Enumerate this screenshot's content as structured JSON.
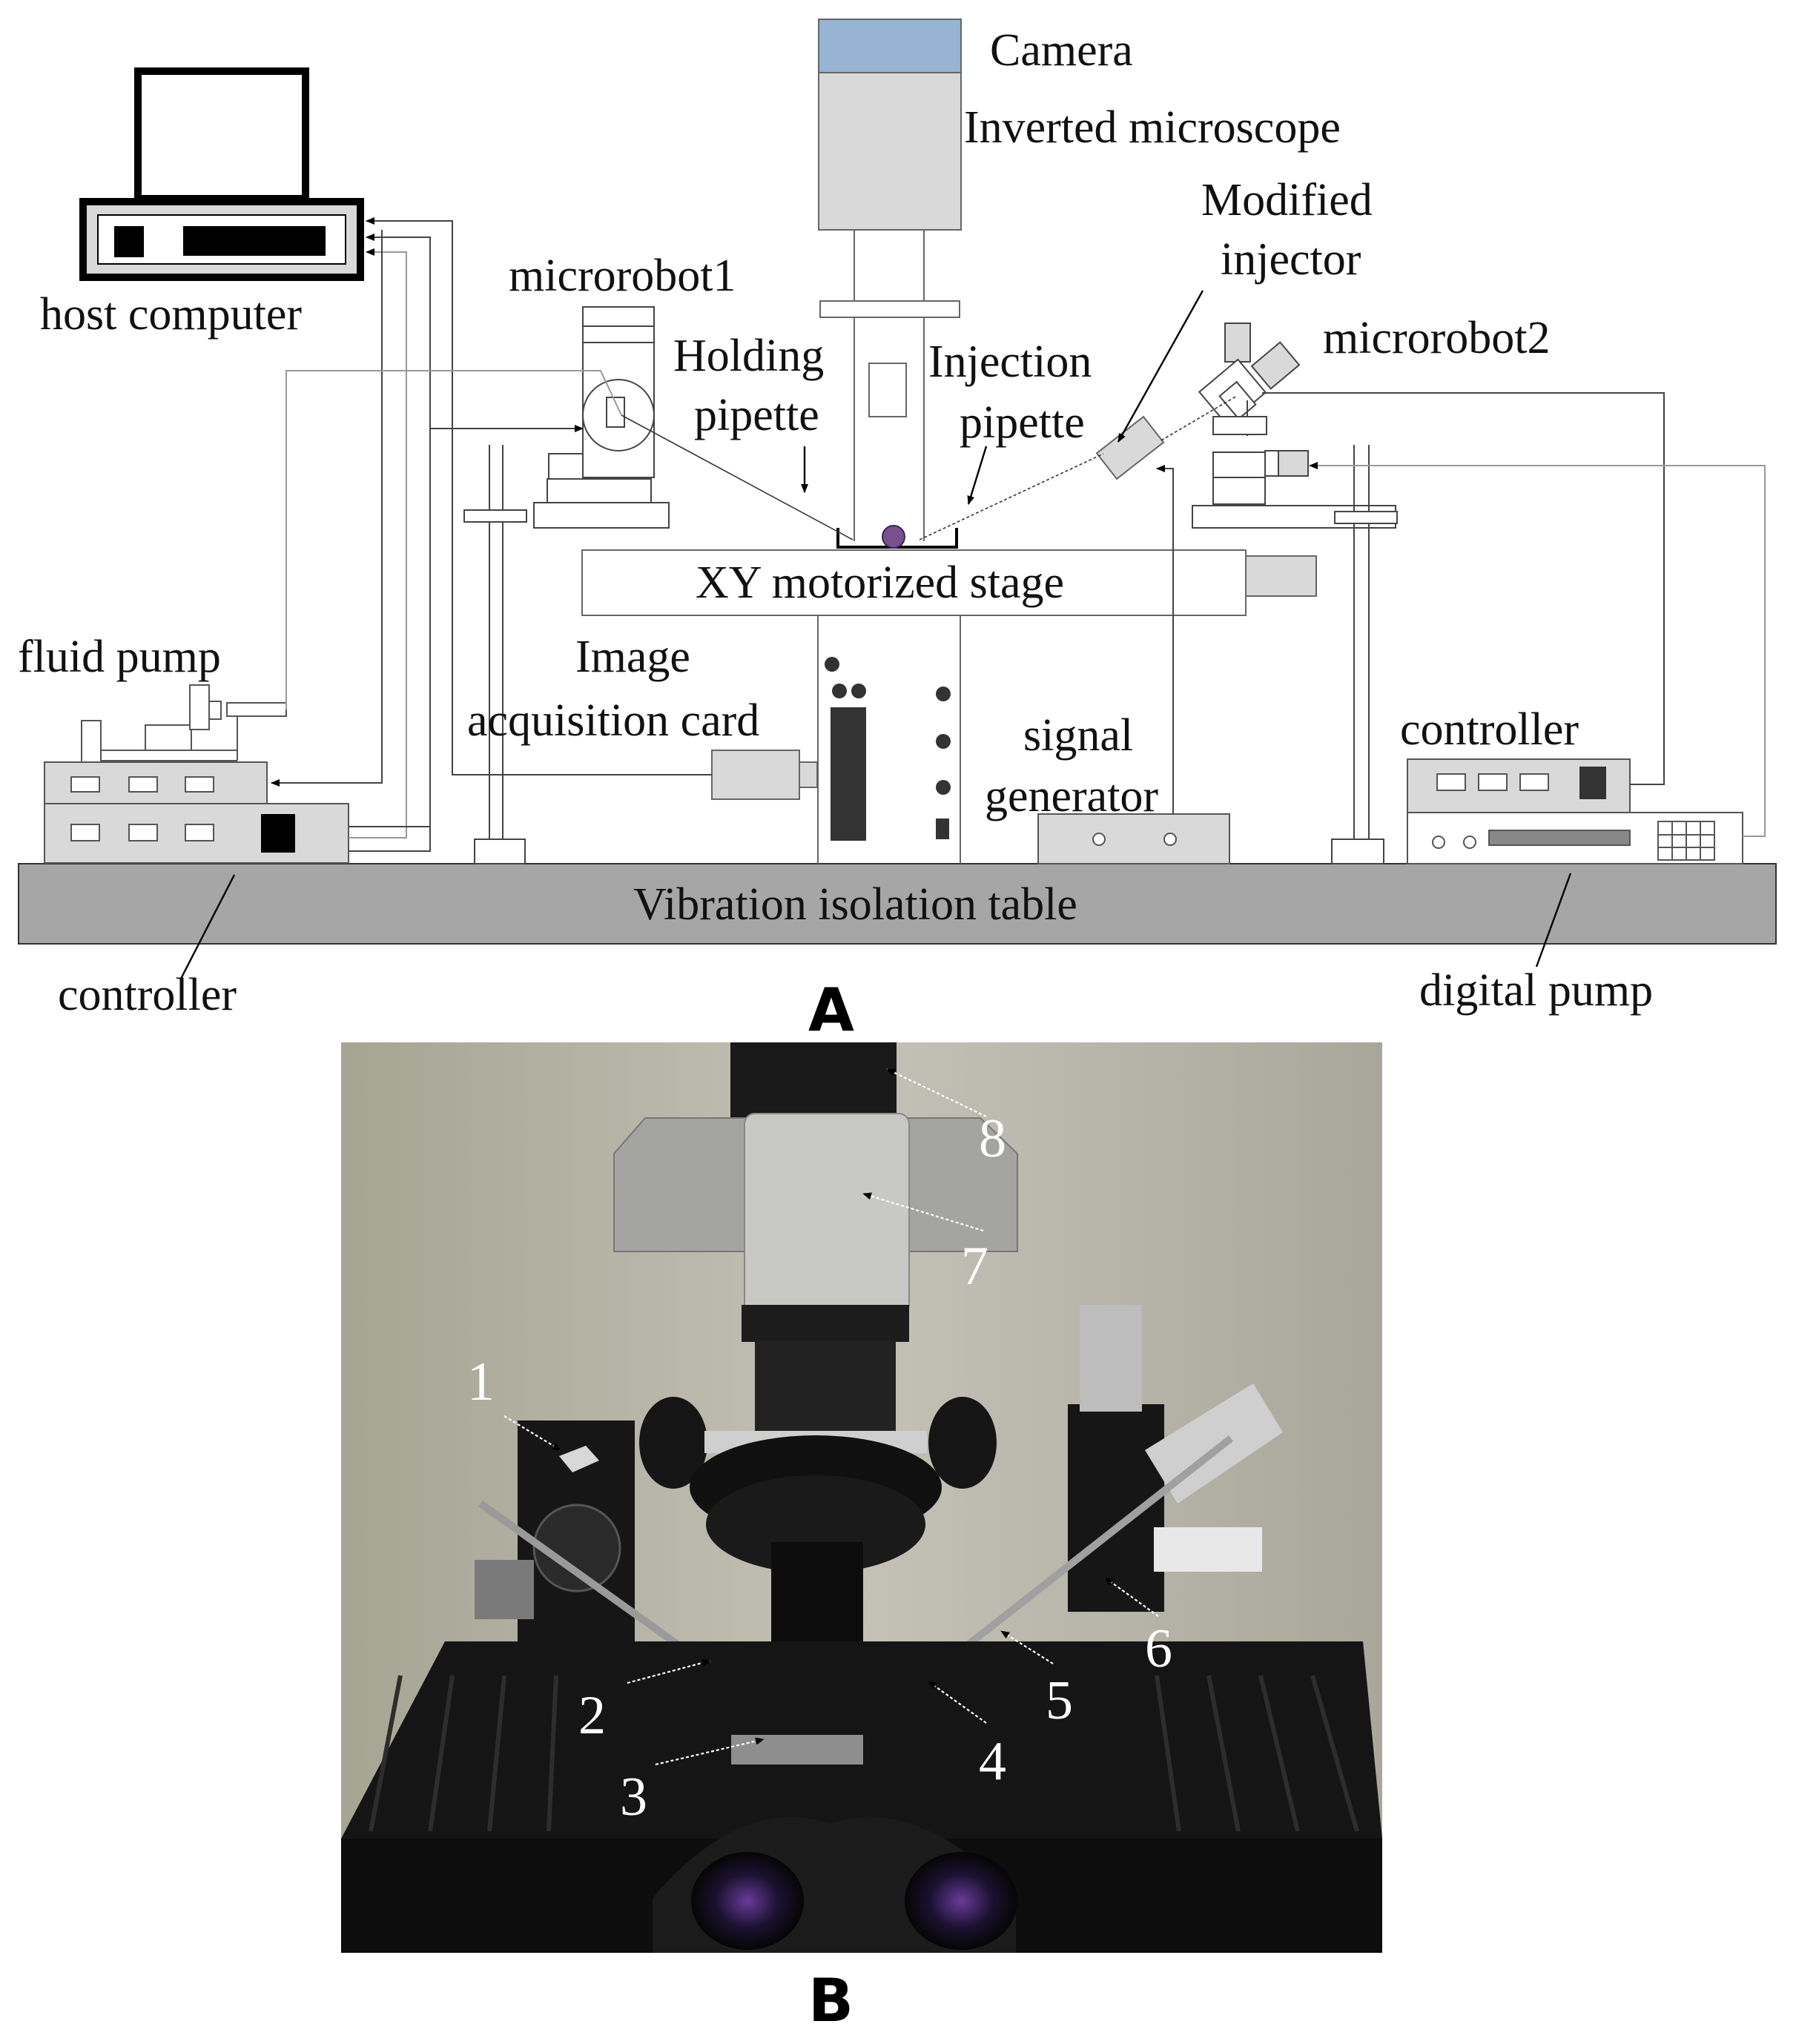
{
  "panel_a": {
    "label": "A",
    "labels": {
      "camera": "Camera",
      "microscope": "Inverted microscope",
      "injector_1": "Modified",
      "injector_2": "injector",
      "host": "host computer",
      "microrobot1": "microrobot1",
      "holding_1": "Holding",
      "holding_2": "pipette",
      "injection_1": "Injection",
      "injection_2": "pipette",
      "microrobot2": "microrobot2",
      "stage": "XY motorized stage",
      "fluid_pump": "fluid pump",
      "image_1": "Image",
      "image_2": "acquisition card",
      "signal_1": "signal",
      "signal_2": "generator",
      "controller_right": "controller",
      "table": "Vibration isolation table",
      "controller_left": "controller",
      "digital_pump": "digital pump"
    }
  },
  "panel_b": {
    "label": "B",
    "callouts": [
      "1",
      "2",
      "3",
      "4",
      "5",
      "6",
      "7",
      "8"
    ]
  },
  "colors": {
    "camera_cap": "#98b4d4",
    "device_fill": "#d9d9d9",
    "cell": "#7a4f8e",
    "photo_wall": "#b9b7aa",
    "photo_dark": "#141414"
  }
}
